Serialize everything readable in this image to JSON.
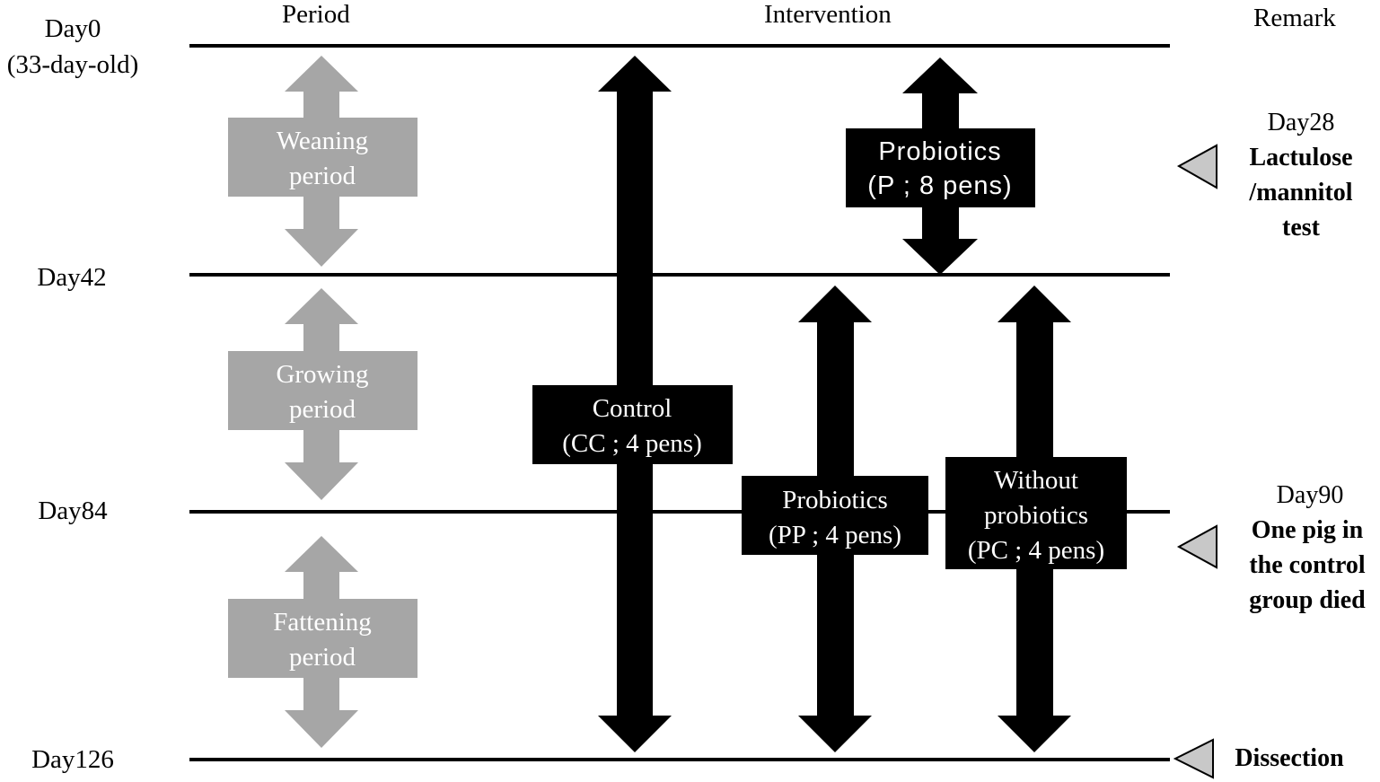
{
  "headers": {
    "period": "Period",
    "intervention": "Intervention",
    "remark": "Remark"
  },
  "days": {
    "day0": "Day0",
    "day0_age": "(33-day-old)",
    "day42": "Day42",
    "day84": "Day84",
    "day126": "Day126"
  },
  "periods": [
    {
      "line1": "Weaning",
      "line2": "period"
    },
    {
      "line1": "Growing",
      "line2": "period"
    },
    {
      "line1": "Fattening",
      "line2": "period"
    }
  ],
  "interventions": {
    "control": {
      "line1": "Control",
      "line2": "(CC ; 4 pens)"
    },
    "probiotics_p": {
      "line1": "Probiotics",
      "line2": "(P ; 8 pens)"
    },
    "probiotics_pp": {
      "line1": "Probiotics",
      "line2": "(PP ; 4 pens)"
    },
    "without": {
      "line1": "Without",
      "line2": "probiotics",
      "line3": "(PC ; 4 pens)"
    }
  },
  "remarks": {
    "r1_day": "Day28",
    "r1_line1": "Lactulose",
    "r1_line2": "/mannitol",
    "r1_line3": "test",
    "r2_day": "Day90",
    "r2_line1": "One pig in",
    "r2_line2": "the control",
    "r2_line3": "group died",
    "r3": "Dissection"
  },
  "colors": {
    "period_arrow": "#a6a6a6",
    "intervention_arrow": "#000000",
    "remark_marker": "#c8c8c8"
  }
}
